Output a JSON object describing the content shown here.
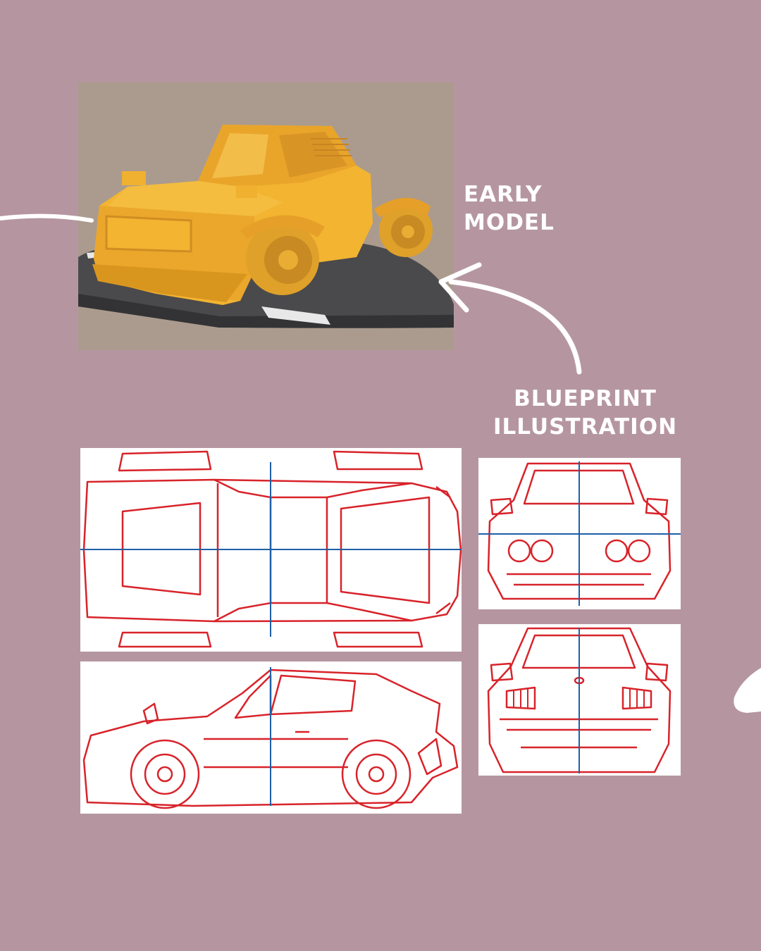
{
  "labels": {
    "early_model": [
      "EARLY",
      "MODEL"
    ],
    "blueprint_illustration": [
      "BLUEPRINT",
      "ILLUSTRATION"
    ]
  },
  "images": {
    "render": "yellow-3d-car-render",
    "top_view": "blueprint-top-view",
    "side_view": "blueprint-side-view",
    "front_view": "blueprint-front-view",
    "rear_view": "blueprint-rear-view"
  },
  "colors": {
    "background": "#b596a0",
    "car": "#f2b431",
    "blueprint_line": "#d8232a",
    "center_line": "#1f5fa8",
    "annotation": "#ffffff"
  }
}
